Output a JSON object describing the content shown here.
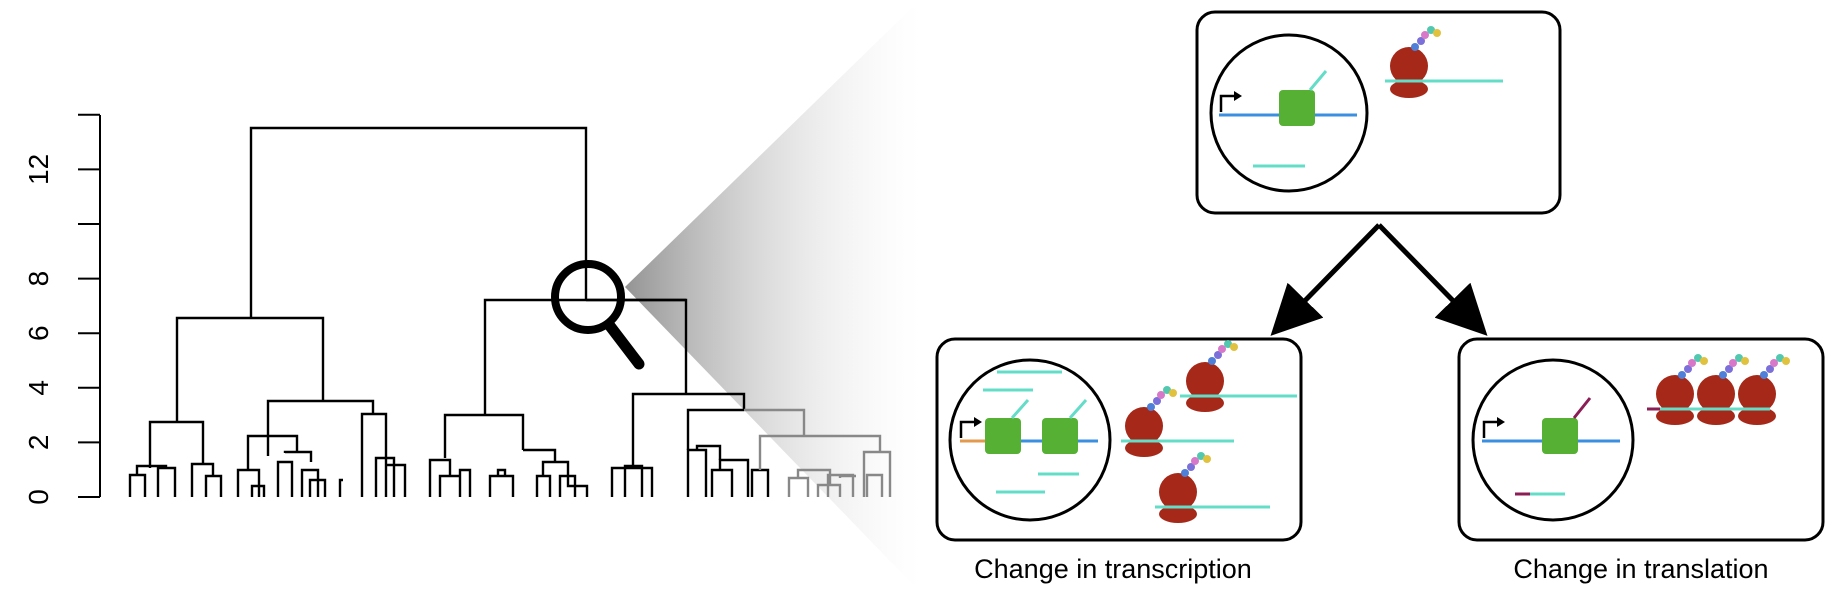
{
  "dendrogram": {
    "y_axis": {
      "ticks": [
        "0",
        "2",
        "4",
        "6",
        "8",
        "12"
      ],
      "range": [
        0,
        14
      ]
    }
  },
  "panels": {
    "bottom_left_caption": "Change in transcription",
    "bottom_right_caption": "Change in translation"
  },
  "colors": {
    "polymerase": "#56b033",
    "ribosome": "#a52819",
    "dna": "#3b8fe0",
    "mrna": "#63dcc8",
    "zoom_cone": "#9a9a9a"
  }
}
